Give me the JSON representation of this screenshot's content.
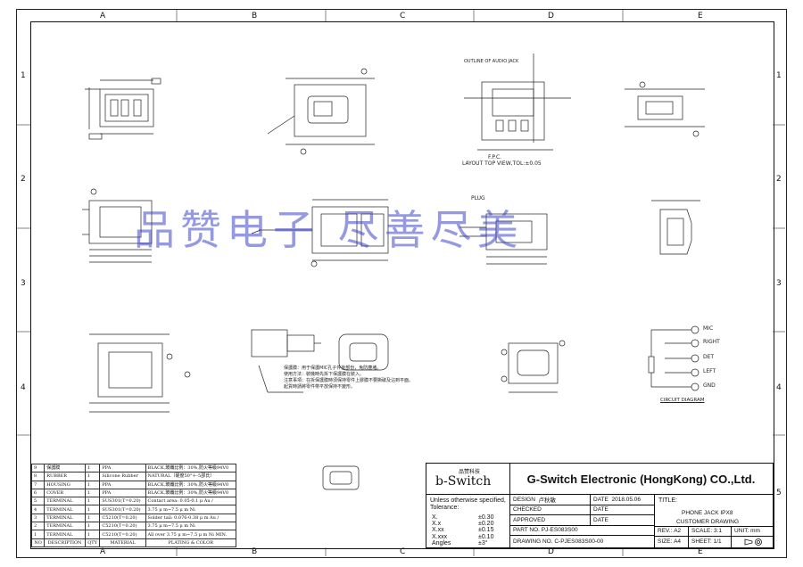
{
  "frame": {
    "top_labels": [
      "A",
      "B",
      "C",
      "D",
      "E"
    ],
    "side_labels": [
      "1",
      "2",
      "3",
      "4",
      "5"
    ]
  },
  "watermark": "品赞电子  尽善尽美",
  "views": {
    "fpc_layout_label": "F.P.C.",
    "fpc_layout_title": "LAYOUT TOP VIEW,TOL:±0.05",
    "outline_label": "OUTLINE OF AUDIO JACK",
    "plug_label": "PLUG",
    "circuit_diagram": "CIRCUIT DIAGRAM",
    "pins": [
      "MIC",
      "RIGHT",
      "DET",
      "LEFT",
      "GND"
    ],
    "protect_film_note": "保護膜：用于保護MIC孔子件後部份，免防塵堵。\n使用方法：裝機時先拆下保護膜在裝入。\n注意事項：在拆保護膜時須保持零件上膠膜不要撕破及沾到平面。\n起貨時請將零件帶平放保持不變形。"
  },
  "bom": {
    "headers": [
      "NO",
      "DESCRIPTION",
      "QTY",
      "MATERIAL",
      "PLATING & COLOR"
    ],
    "rows": [
      [
        "9",
        "保護膜",
        "1",
        "PPA",
        "BLACK,玻纖比例：30%,防火等級94V0"
      ],
      [
        "8",
        "RUBBER",
        "1",
        "Silicone Rubber",
        "NATURAL（硬度50°＋-5邵氏）"
      ],
      [
        "7",
        "HOUSING",
        "1",
        "PPA",
        "BLACK,玻纖比例：30%,防火等級94V0"
      ],
      [
        "6",
        "COVER",
        "1",
        "PPA",
        "BLACK,玻纖比例：30%,防火等級94V0"
      ],
      [
        "5",
        "TERMINAL",
        "1",
        "SUS301(T=0.20)",
        "Contact area: 0.05-0.1 μ Au /"
      ],
      [
        "4",
        "TERMINAL",
        "1",
        "SUS301(T=0.20)",
        "3.75 μ m~7.5 μ m Ni"
      ],
      [
        "3",
        "TERMINAL",
        "1",
        "C5210(T=0.20)",
        "Solder tail: 0.076-0.38 μ m Au /"
      ],
      [
        "2",
        "TERMINAL",
        "1",
        "C5210(T=0.20)",
        "3.75 μ m~7.5 μ m Ni"
      ],
      [
        "1",
        "TERMINAL",
        "1",
        "C5210(T=0.20)",
        "All over 3.75 μ m~7.5 μ m Ni MIN."
      ]
    ]
  },
  "title_block": {
    "logo_cn": "品赞科技",
    "logo_en": "b-Switch",
    "company": "G-Switch Electronic (HongKong) CO.,Ltd.",
    "tolerance_intro": "Unless otherwise specified, Tolerance:",
    "tolerances": [
      {
        "label": "X.",
        "value": "±0.30"
      },
      {
        "label": "X.x",
        "value": "±0.20"
      },
      {
        "label": "X.xx",
        "value": "±0.15"
      },
      {
        "label": "X.xxx",
        "value": "±0.10"
      },
      {
        "label": "Angles",
        "value": "±3°"
      }
    ],
    "design_label": "DESIGN",
    "design_value": "卢秋敏",
    "date_label": "DATE",
    "design_date": "2018.05.06",
    "checked_label": "CHECKED",
    "approved_label": "APPROVED",
    "part_no_label": "PART NO.",
    "part_no": "PJ-ES083S00",
    "drawing_no_label": "DRAWING NO.",
    "drawing_no": "C-PJES083S00-00",
    "title_label": "TITLE:",
    "title_line1": "PHONE JACK IPX8",
    "title_line2": "CUSTOMER DRAWING",
    "rev_label": "REV.:",
    "rev": "A2",
    "scale_label": "SCALE:",
    "scale": "3:1",
    "unit_label": "UNIT:",
    "unit": "mm",
    "size_label": "SIZE:",
    "size": "A4",
    "sheet_label": "SHEET:",
    "sheet": "1/1"
  }
}
